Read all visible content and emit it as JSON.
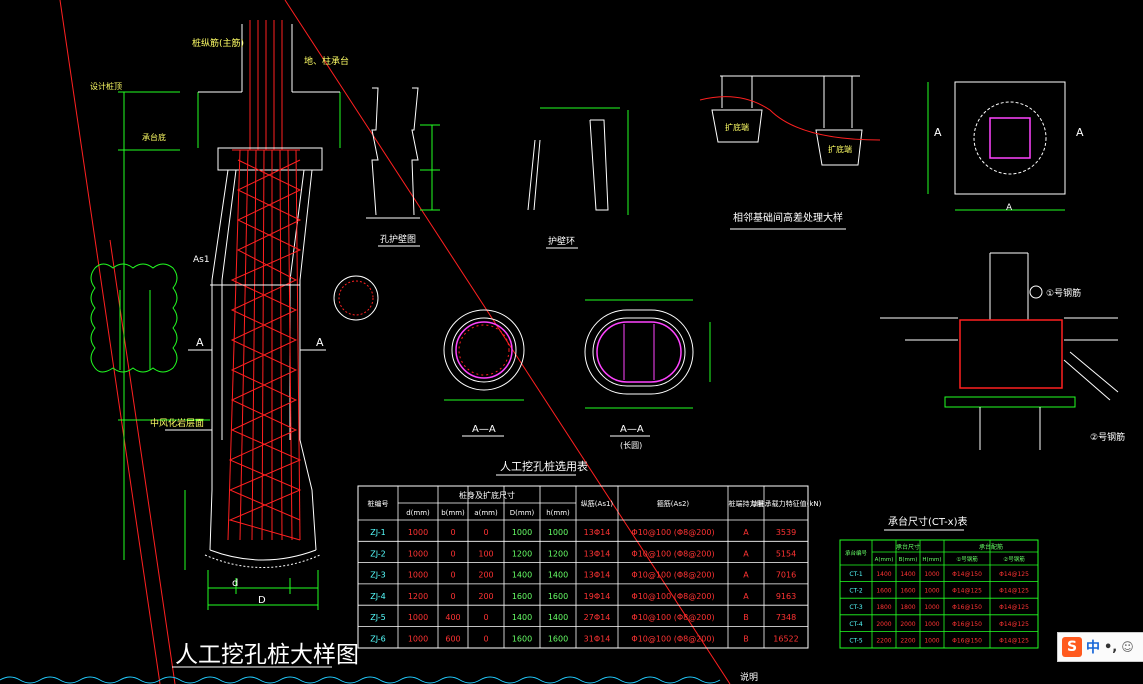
{
  "drawing": {
    "main_title": "人工挖孔桩大样图",
    "bottom_note": "说明",
    "labels": {
      "pile_main_bar": "桩纵筋(主筋)",
      "cap_beam": "地、柱承台",
      "design_top": "设计桩顶",
      "cap_bottom": "承台底",
      "weathered": "中风化岩层面",
      "as1": "As1",
      "dim_d": "d",
      "dim_D": "D",
      "sec_a_left": "A",
      "sec_a_right": "A",
      "wall_title": "孔护壁图",
      "ring_title": "护壁环",
      "link_title": "相邻基础间高差处理大样",
      "sec_aa_1": "A—A",
      "sec_aa_2": "A—A",
      "sec_aa_2_sub": "(长圆)",
      "cap_detail_label_1": "①号钢筋",
      "cap_detail_label_2": "②号钢筋",
      "base_tag_1": "扩底端",
      "base_tag_2": "扩底端",
      "plan_a_left": "A",
      "plan_a_right": "A",
      "plan_a_bottom": "A"
    }
  },
  "pile_table": {
    "title": "人工挖孔桩选用表",
    "headers": [
      "桩编号",
      "d(mm)",
      "b(mm)",
      "a(mm)",
      "D(mm)",
      "h(mm)",
      "纵筋(As1)",
      "箍筋(As2)",
      "桩端持力层",
      "单桩承载力特征值(kN)"
    ],
    "group_header": "桩身及扩底尺寸",
    "rows": [
      [
        "ZJ-1",
        "1000",
        "0",
        "0",
        "1000",
        "1000",
        "13Φ14",
        "Φ10@100 (Φ8@200)",
        "A",
        "3539"
      ],
      [
        "ZJ-2",
        "1000",
        "0",
        "100",
        "1200",
        "1200",
        "13Φ14",
        "Φ10@100 (Φ8@200)",
        "A",
        "5154"
      ],
      [
        "ZJ-3",
        "1000",
        "0",
        "200",
        "1400",
        "1400",
        "13Φ14",
        "Φ10@100 (Φ8@200)",
        "A",
        "7016"
      ],
      [
        "ZJ-4",
        "1200",
        "0",
        "200",
        "1600",
        "1600",
        "19Φ14",
        "Φ10@100 (Φ8@200)",
        "A",
        "9163"
      ],
      [
        "ZJ-5",
        "1000",
        "400",
        "0",
        "1400",
        "1400",
        "27Φ14",
        "Φ10@100 (Φ8@200)",
        "B",
        "7348"
      ],
      [
        "ZJ-6",
        "1000",
        "600",
        "0",
        "1600",
        "1600",
        "31Φ14",
        "Φ10@100 (Φ8@200)",
        "B",
        "16522"
      ]
    ]
  },
  "cap_table": {
    "title": "承台尺寸(CT-x)表",
    "headers": [
      "承台编号",
      "A(mm)",
      "B(mm)",
      "H(mm)",
      "①号钢筋",
      "②号钢筋"
    ],
    "group_header_1": "承台尺寸",
    "group_header_2": "承台配筋",
    "rows": [
      [
        "CT-1",
        "1400",
        "1400",
        "1000",
        "Φ14@150",
        "Φ14@125"
      ],
      [
        "CT-2",
        "1600",
        "1600",
        "1000",
        "Φ14@125",
        "Φ14@125"
      ],
      [
        "CT-3",
        "1800",
        "1800",
        "1000",
        "Φ16@150",
        "Φ14@125"
      ],
      [
        "CT-4",
        "2000",
        "2000",
        "1000",
        "Φ16@150",
        "Φ14@125"
      ],
      [
        "CT-5",
        "2200",
        "2200",
        "1000",
        "Φ16@150",
        "Φ14@125"
      ]
    ]
  },
  "ime": {
    "logo": "S",
    "lang": "中",
    "symbols": "•,",
    "extra": "☺"
  },
  "colors": {
    "background": "#000000",
    "rebar": "#ff2020",
    "dimension": "#22ff22",
    "outline": "#ffffff",
    "highlight": "#ff44ff",
    "text": "#ffff66"
  }
}
